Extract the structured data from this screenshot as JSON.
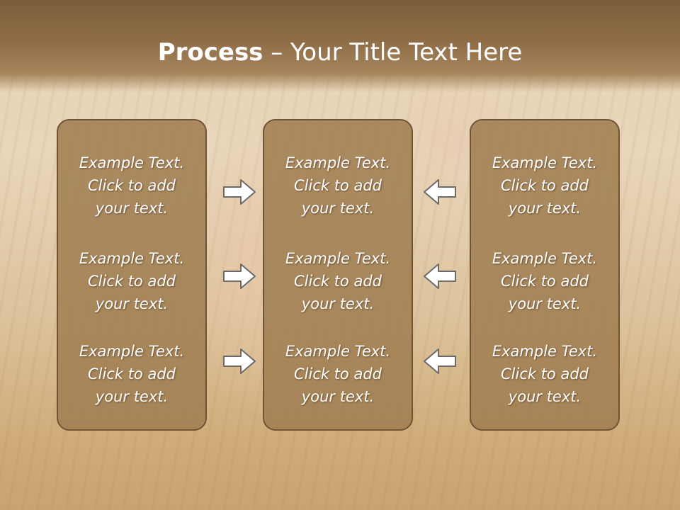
{
  "slide": {
    "title_bold": "Process",
    "title_rest": " – Your Title Text Here"
  },
  "columns": [
    {
      "items": [
        {
          "l1": "Example Text.",
          "l2": "Click  to add",
          "l3": "your text."
        },
        {
          "l1": "Example Text.",
          "l2": "Click  to add",
          "l3": "your text."
        },
        {
          "l1": "Example Text.",
          "l2": "Click  to add",
          "l3": "your text."
        }
      ]
    },
    {
      "items": [
        {
          "l1": "Example Text.",
          "l2": "Click  to add",
          "l3": "your text."
        },
        {
          "l1": "Example Text.",
          "l2": "Click  to add",
          "l3": "your text."
        },
        {
          "l1": "Example Text.",
          "l2": "Click  to add",
          "l3": "your text."
        }
      ]
    },
    {
      "items": [
        {
          "l1": "Example Text.",
          "l2": "Click  to add",
          "l3": "your text."
        },
        {
          "l1": "Example Text.",
          "l2": "Click  to add",
          "l3": "your text."
        },
        {
          "l1": "Example Text.",
          "l2": "Click  to add",
          "l3": "your text."
        }
      ]
    }
  ],
  "arrows": {
    "left_icon": "arrow-right-icon",
    "right_icon": "arrow-left-icon"
  },
  "colors": {
    "box_fill": "#a07e52",
    "box_border": "#6f5536",
    "title_bar": "#8f6e47",
    "arrow_fill": "#ffffff",
    "arrow_stroke": "#6a6a6a"
  }
}
